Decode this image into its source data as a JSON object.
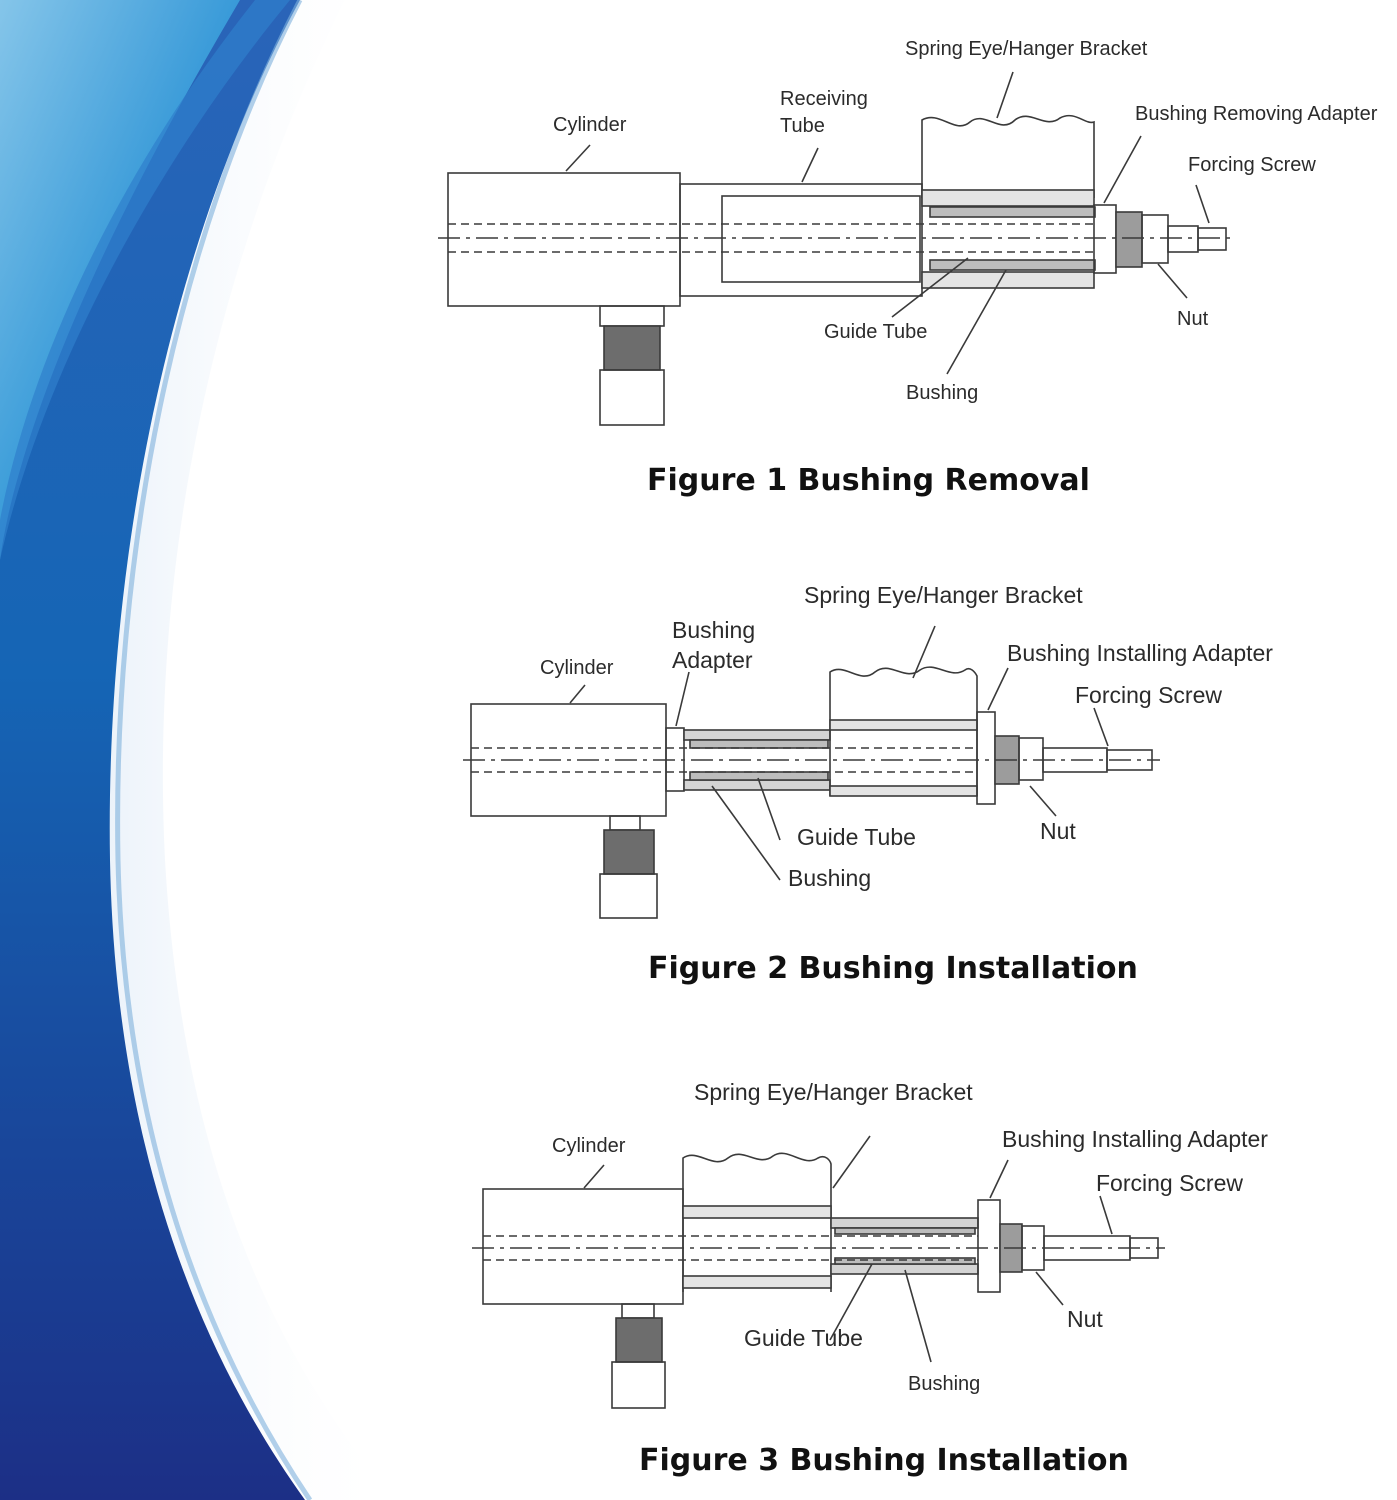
{
  "figures": [
    {
      "caption": "Figure 1 Bushing Removal",
      "labels": {
        "spring_eye": "Spring Eye/Hanger Bracket",
        "receiving_tube": [
          "Receiving",
          "Tube"
        ],
        "cylinder": "Cylinder",
        "adapter": "Bushing Removing Adapter",
        "forcing_screw": "Forcing Screw",
        "guide_tube": "Guide Tube",
        "nut": "Nut",
        "bushing": "Bushing"
      }
    },
    {
      "caption": "Figure 2 Bushing Installation",
      "labels": {
        "spring_eye": "Spring Eye/Hanger Bracket",
        "bushing_adapter": [
          "Bushing",
          "Adapter"
        ],
        "cylinder": "Cylinder",
        "adapter": "Bushing Installing Adapter",
        "forcing_screw": "Forcing Screw",
        "guide_tube": "Guide Tube",
        "nut": "Nut",
        "bushing": "Bushing"
      }
    },
    {
      "caption": "Figure 3 Bushing Installation",
      "labels": {
        "spring_eye": "Spring Eye/Hanger Bracket",
        "cylinder": "Cylinder",
        "adapter": "Bushing Installing Adapter",
        "forcing_screw": "Forcing Screw",
        "guide_tube": "Guide Tube",
        "nut": "Nut",
        "bushing": "Bushing"
      }
    }
  ],
  "colors": {
    "wave_dark": "#1a3f8f",
    "wave_mid": "#1d74c4",
    "wave_light": "#5cb8e6",
    "line": "#3a3a3a"
  }
}
